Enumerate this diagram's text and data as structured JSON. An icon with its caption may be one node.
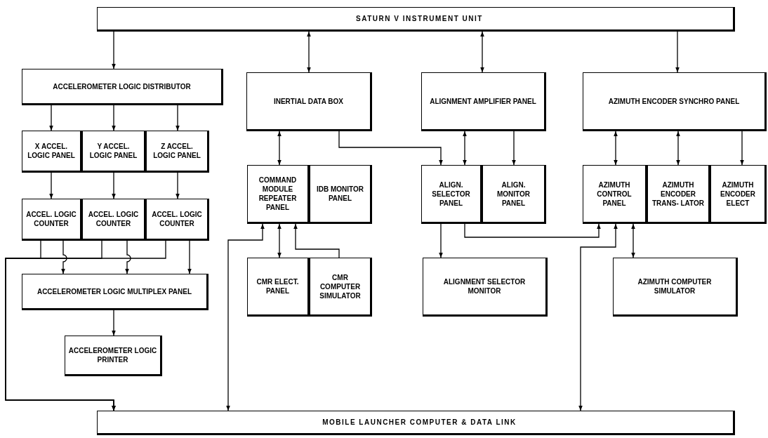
{
  "diagram": {
    "nodes": [
      {
        "text": [
          "SATURN V INSTRUMENT UNIT"
        ]
      },
      {
        "text": [
          "ACCELEROMETER LOGIC DISTRIBUTOR"
        ]
      },
      {
        "text": [
          "INERTIAL DATA BOX"
        ]
      },
      {
        "text": [
          "ALIGNMENT AMPLIFIER PANEL"
        ]
      },
      {
        "text": [
          "AZIMUTH ENCODER SYNCHRO PANEL"
        ]
      },
      {
        "text": [
          "X ACCEL. LOGIC PANEL"
        ]
      },
      {
        "text": [
          "Y ACCEL. LOGIC PANEL"
        ]
      },
      {
        "text": [
          "Z ACCEL. LOGIC PANEL"
        ]
      },
      {
        "text": [
          "ACCEL. LOGIC COUNTER"
        ]
      },
      {
        "text": [
          "ACCEL. LOGIC COUNTER"
        ]
      },
      {
        "text": [
          "ACCEL. LOGIC COUNTER"
        ]
      },
      {
        "text": [
          "COMMAND MODULE REPEATER PANEL"
        ]
      },
      {
        "text": [
          "IDB MONITOR PANEL"
        ]
      },
      {
        "text": [
          "ALIGN. SELECTOR PANEL"
        ]
      },
      {
        "text": [
          "ALIGN. MONITOR PANEL"
        ]
      },
      {
        "text": [
          "AZIMUTH CONTROL PANEL"
        ]
      },
      {
        "text": [
          "AZIMUTH ENCODER TRANS- LATOR"
        ]
      },
      {
        "text": [
          "AZIMUTH ENCODER ELECT"
        ]
      },
      {
        "text": [
          "ACCELEROMETER LOGIC MULTIPLEX PANEL"
        ]
      },
      {
        "text": [
          "CMR ELECT. PANEL"
        ]
      },
      {
        "text": [
          "CMR COMPUTER SIMULATOR"
        ]
      },
      {
        "text": [
          "ALIGNMENT SELECTOR MONITOR"
        ]
      },
      {
        "text": [
          "AZIMUTH COMPUTER SIMULATOR"
        ]
      },
      {
        "text": [
          "ACCELEROMETER LOGIC PRINTER"
        ]
      },
      {
        "text": [
          "MOBILE LAUNCHER COMPUTER & DATA LINK"
        ]
      }
    ],
    "edges": [
      {
        "from": 0,
        "to": 1,
        "arrow": "to"
      },
      {
        "from": 0,
        "to": 2,
        "arrow": "both"
      },
      {
        "from": 0,
        "to": 3,
        "arrow": "both"
      },
      {
        "from": 0,
        "to": 4,
        "arrow": "to"
      },
      {
        "from": 1,
        "to": 5,
        "arrow": "to"
      },
      {
        "from": 1,
        "to": 6,
        "arrow": "to"
      },
      {
        "from": 1,
        "to": 7,
        "arrow": "to"
      },
      {
        "from": 5,
        "to": 8,
        "arrow": "to"
      },
      {
        "from": 6,
        "to": 9,
        "arrow": "to"
      },
      {
        "from": 7,
        "to": 10,
        "arrow": "to"
      },
      {
        "from": 8,
        "to": 24,
        "arrow": "to"
      },
      {
        "from": 9,
        "to": 24,
        "arrow": "to"
      },
      {
        "from": 10,
        "to": 24,
        "arrow": "to"
      },
      {
        "from": 8,
        "to": 18,
        "arrow": "to"
      },
      {
        "from": 9,
        "to": 18,
        "arrow": "to"
      },
      {
        "from": 10,
        "to": 18,
        "arrow": "to"
      },
      {
        "from": 18,
        "to": 23,
        "arrow": "to"
      },
      {
        "from": 2,
        "to": 11,
        "arrow": "both"
      },
      {
        "from": 2,
        "to": 13,
        "arrow": "to"
      },
      {
        "from": 3,
        "to": 13,
        "arrow": "both"
      },
      {
        "from": 3,
        "to": 14,
        "arrow": "to"
      },
      {
        "from": 4,
        "to": 15,
        "arrow": "both"
      },
      {
        "from": 4,
        "to": 16,
        "arrow": "both"
      },
      {
        "from": 4,
        "to": 17,
        "arrow": "to"
      },
      {
        "from": 11,
        "to": 19,
        "arrow": "both"
      },
      {
        "from": 20,
        "to": 11,
        "arrow": "to"
      },
      {
        "from": 11,
        "to": 24,
        "arrow": "both"
      },
      {
        "from": 13,
        "to": 21,
        "arrow": "to"
      },
      {
        "from": 13,
        "to": 15,
        "arrow": "to"
      },
      {
        "from": 15,
        "to": 24,
        "arrow": "both"
      },
      {
        "from": 15,
        "to": 22,
        "arrow": "both"
      }
    ]
  }
}
